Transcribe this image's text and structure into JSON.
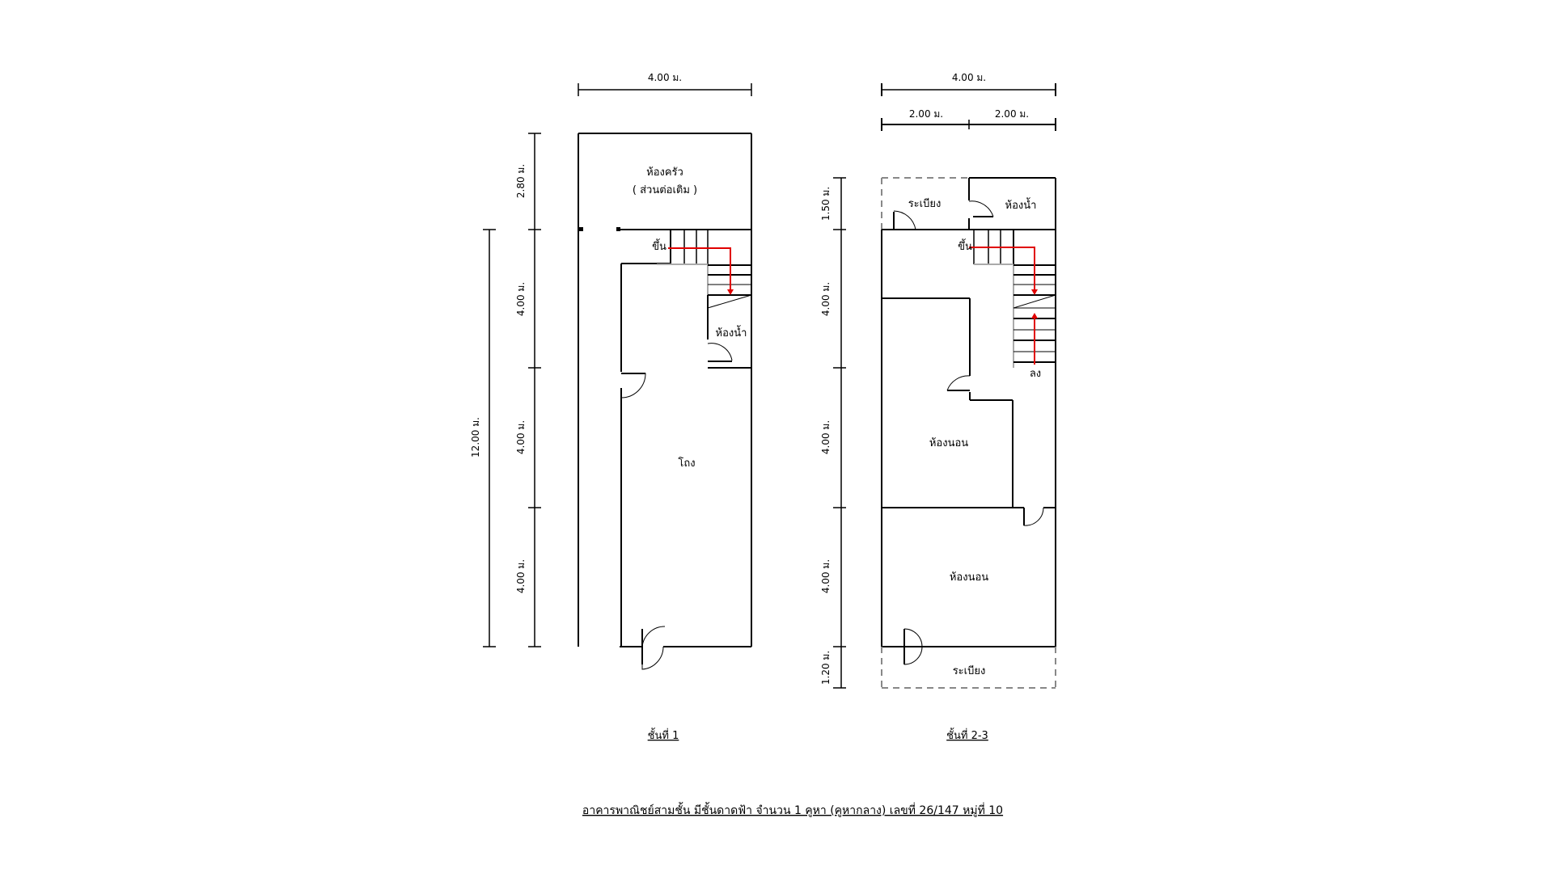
{
  "title": "อาคารพาณิชย์สามชั้น มีชั้นดาดฟ้า จำนวน 1 คูหา (คูหากลาง) เลขที่ 26/147 หมู่ที่ 10",
  "floor1": {
    "caption": "ชั้นที่ 1",
    "width_dim": "4.00 ม.",
    "vertical_dims": [
      "2.80 ม.",
      "4.00 ม.",
      "4.00 ม.",
      "4.00 ม."
    ],
    "total_dim": "12.00 ม.",
    "kitchen": "ห้องครัว",
    "kitchen_note": "( ส่วนต่อเติม )",
    "stair_up": "ขึ้น",
    "bathroom": "ห้องน้ำ",
    "hall": "โถง"
  },
  "floor23": {
    "caption": "ชั้นที่ 2-3",
    "width_dim": "4.00 ม.",
    "half_dims": [
      "2.00 ม.",
      "2.00 ม."
    ],
    "vertical_dims": [
      "1.50 ม.",
      "4.00 ม.",
      "4.00 ม.",
      "4.00 ม.",
      "1.20 ม."
    ],
    "balcony_rear": "ระเบียง",
    "bathroom": "ห้องน้ำ",
    "stair_up": "ขึ้น",
    "stair_down": "ลง",
    "bedroom1": "ห้องนอน",
    "bedroom2": "ห้องนอน",
    "balcony_front": "ระเบียง"
  }
}
